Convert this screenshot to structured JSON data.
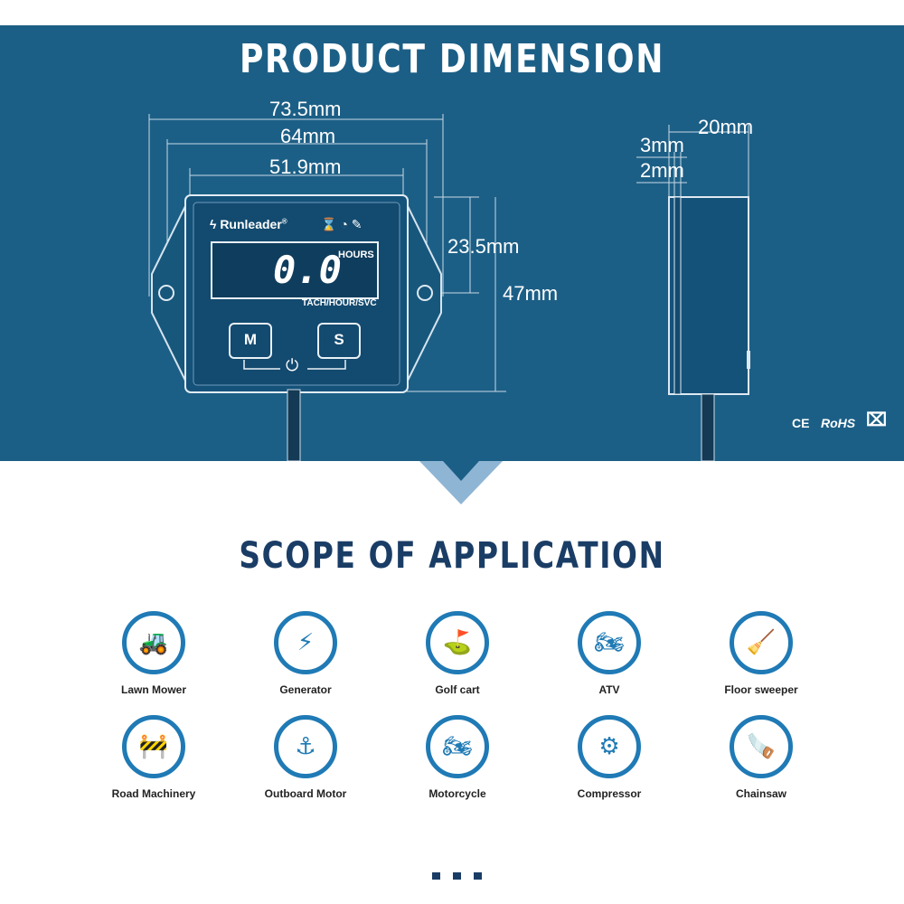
{
  "header": {
    "title": "PRODUCT DIMENSION"
  },
  "dimensions": {
    "overall_width": "73.5mm",
    "hole_spacing": "64mm",
    "body_width": "51.9mm",
    "screen_height": "23.5mm",
    "body_height": "47mm",
    "depth": "20mm",
    "flange_thickness": "3mm",
    "bezel_thickness": "2mm"
  },
  "device": {
    "brand": "Runleader",
    "registered": "®",
    "display_value": "0.0",
    "display_unit": "HOURS",
    "mode_text": "TACH/HOUR/SVC",
    "button_m": "M",
    "button_s": "S"
  },
  "certifications": {
    "ce": "CE",
    "rohs": "RoHS"
  },
  "scope": {
    "title": "SCOPE OF APPLICATION",
    "items": [
      {
        "label": "Lawn Mower",
        "icon": "lawn-mower-icon"
      },
      {
        "label": "Generator",
        "icon": "generator-icon"
      },
      {
        "label": "Golf cart",
        "icon": "golf-cart-icon"
      },
      {
        "label": "ATV",
        "icon": "atv-icon"
      },
      {
        "label": "Floor sweeper",
        "icon": "floor-sweeper-icon"
      },
      {
        "label": "Road Machinery",
        "icon": "road-machinery-icon"
      },
      {
        "label": "Outboard Motor",
        "icon": "outboard-motor-icon"
      },
      {
        "label": "Motorcycle",
        "icon": "motorcycle-icon"
      },
      {
        "label": "Compressor",
        "icon": "compressor-icon"
      },
      {
        "label": "Chainsaw",
        "icon": "chainsaw-icon"
      }
    ]
  },
  "colors": {
    "banner": "#1c5f86",
    "accent": "#1f7ab5",
    "title_dark": "#1a3d66"
  }
}
